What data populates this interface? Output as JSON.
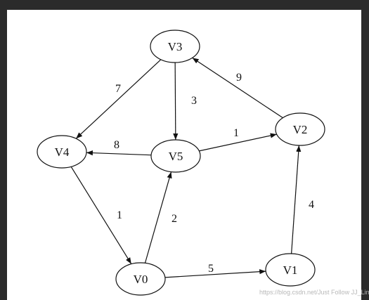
{
  "colors": {
    "frame": "#2b2b2b",
    "canvas": "#ffffff",
    "ink": "#111111"
  },
  "nodes": [
    {
      "id": "V3",
      "label": "V3"
    },
    {
      "id": "V2",
      "label": "V2"
    },
    {
      "id": "V4",
      "label": "V4"
    },
    {
      "id": "V5",
      "label": "V5"
    },
    {
      "id": "V0",
      "label": "V0"
    },
    {
      "id": "V1",
      "label": "V1"
    }
  ],
  "edges": [
    {
      "from": "V3",
      "to": "V4",
      "weight": "7"
    },
    {
      "from": "V3",
      "to": "V5",
      "weight": "3"
    },
    {
      "from": "V2",
      "to": "V3",
      "weight": "9"
    },
    {
      "from": "V5",
      "to": "V2",
      "weight": "1"
    },
    {
      "from": "V5",
      "to": "V4",
      "weight": "8"
    },
    {
      "from": "V4",
      "to": "V0",
      "weight": "1"
    },
    {
      "from": "V0",
      "to": "V5",
      "weight": "2"
    },
    {
      "from": "V0",
      "to": "V1",
      "weight": "5"
    },
    {
      "from": "V1",
      "to": "V2",
      "weight": "4"
    }
  ],
  "watermark": "https://blog.csdn.net/Just Follow JJ_Lin"
}
